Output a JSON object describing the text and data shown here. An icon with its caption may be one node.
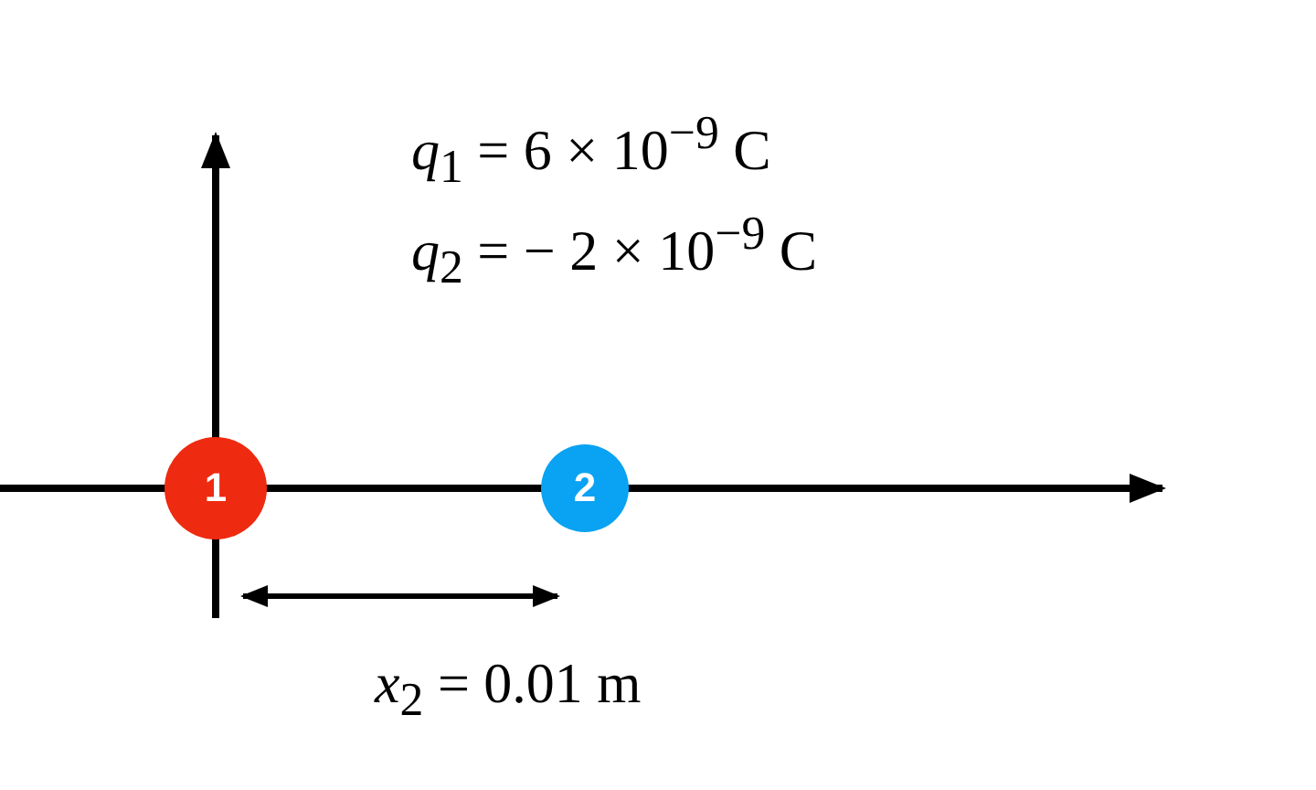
{
  "diagram": {
    "nodes": [
      {
        "text": [
          "1"
        ]
      },
      {
        "text": [
          "2"
        ]
      }
    ],
    "labels": [
      "*q*$_{1}$ = 6 × 10$^{−9}$ C",
      "*q*$_{2}$ = − 2 × 10$^{−9}$ C",
      "*x*$_{2}$ = 0.01 m"
    ]
  }
}
